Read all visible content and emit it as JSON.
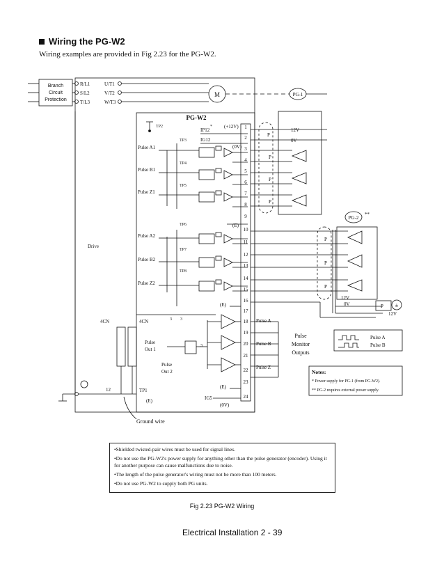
{
  "heading": "Wiring the PG-W2",
  "intro": "Wiring examples are provided in Fig 2.23 for the PG-W2.",
  "breaker": {
    "line1": "Branch",
    "line2": "Circuit",
    "line3": "Protection"
  },
  "inputs": [
    "R/L1",
    "S/L2",
    "T/L3"
  ],
  "outputs": [
    "U/T1",
    "V/T2",
    "W/T3"
  ],
  "motor": "M",
  "pg1": "PG-1",
  "pg2": "PG-2",
  "pg2_mark": "**",
  "drive": "Drive",
  "board": "PG-W2",
  "tp": [
    "TP2",
    "TP3",
    "TP4",
    "TP5",
    "TP6",
    "TP7",
    "TP8",
    "TP1"
  ],
  "ip12": "IP12",
  "ip12_mark": "*",
  "ig12": "IG12",
  "plus12v": "(+12V)",
  "zero_v": "(0V)",
  "earth_e": "(E)",
  "ig5": "IG5",
  "pulse_in": [
    "Pulse A1",
    "Pulse B1",
    "Pulse Z1",
    "Pulse A2",
    "Pulse B2",
    "Pulse Z2"
  ],
  "pins": [
    "1",
    "2",
    "3",
    "4",
    "5",
    "6",
    "7",
    "8",
    "9",
    "10",
    "11",
    "12",
    "13",
    "14",
    "15",
    "16",
    "17",
    "18",
    "19",
    "20",
    "21",
    "22",
    "23",
    "24"
  ],
  "p": "P",
  "v12": "12V",
  "v0": "0V",
  "connector": "4CN",
  "num3": "3",
  "num12": "12",
  "pulse_out1": [
    "Pulse",
    "Out 1"
  ],
  "pulse_out2": [
    "Pulse",
    "Out 2"
  ],
  "out_labels": [
    "Pulse A",
    "Pulse B",
    "Pulse Z"
  ],
  "monitor": [
    "Pulse",
    "Monitor",
    "Outputs"
  ],
  "legend": [
    "Pulse A",
    "Pulse B"
  ],
  "notes_title": "Notes:",
  "notes": [
    "* Power supply for PG-1 (from PG-W2).",
    "** PG-2 requires external power supply."
  ],
  "plusminus": "±",
  "ground_wire": "Ground wire",
  "bullets": [
    "•Shielded twisted-pair wires must be used for signal lines.",
    "•Do not use the PG-W2's power supply for anything other than the pulse generator (encoder). Using it for another purpose can cause malfunctions due to noise.",
    "•The length of the pulse generator's wiring must not be more than 100 meters.",
    "•Do not use PG-W2 to supply both PG units."
  ],
  "caption": "Fig 2.23 PG-W2 Wiring",
  "footer": "Electrical Installation 2 - 39"
}
